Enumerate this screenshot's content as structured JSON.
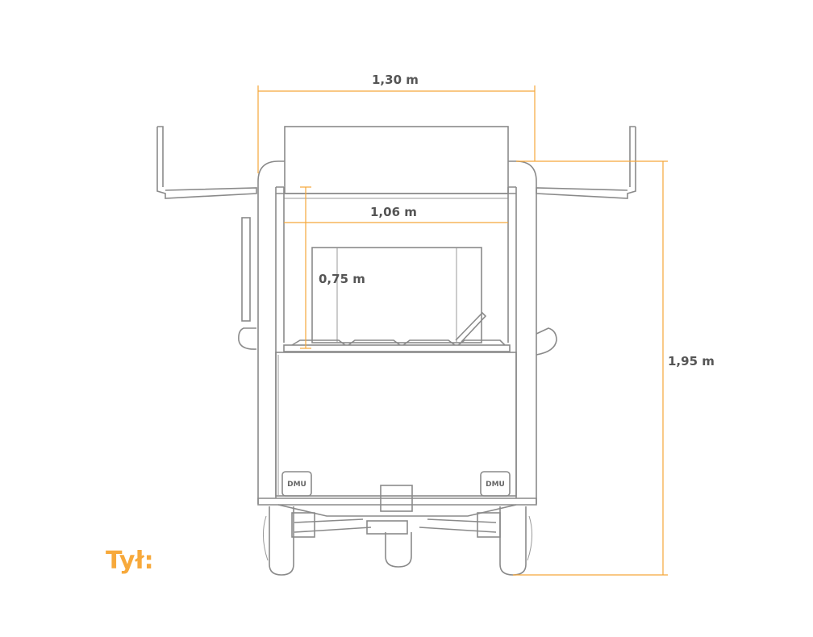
{
  "view_title": "Tył:",
  "dimensions": {
    "overall_width": "1,30 m",
    "inner_width": "1,06 m",
    "inner_height": "0,75 m",
    "overall_height": "1,95 m"
  },
  "plates": {
    "left": "DMU",
    "right": "DMU"
  },
  "colors": {
    "accent": "#f7a93b",
    "line": "#8a8a8a",
    "label": "#555555"
  }
}
